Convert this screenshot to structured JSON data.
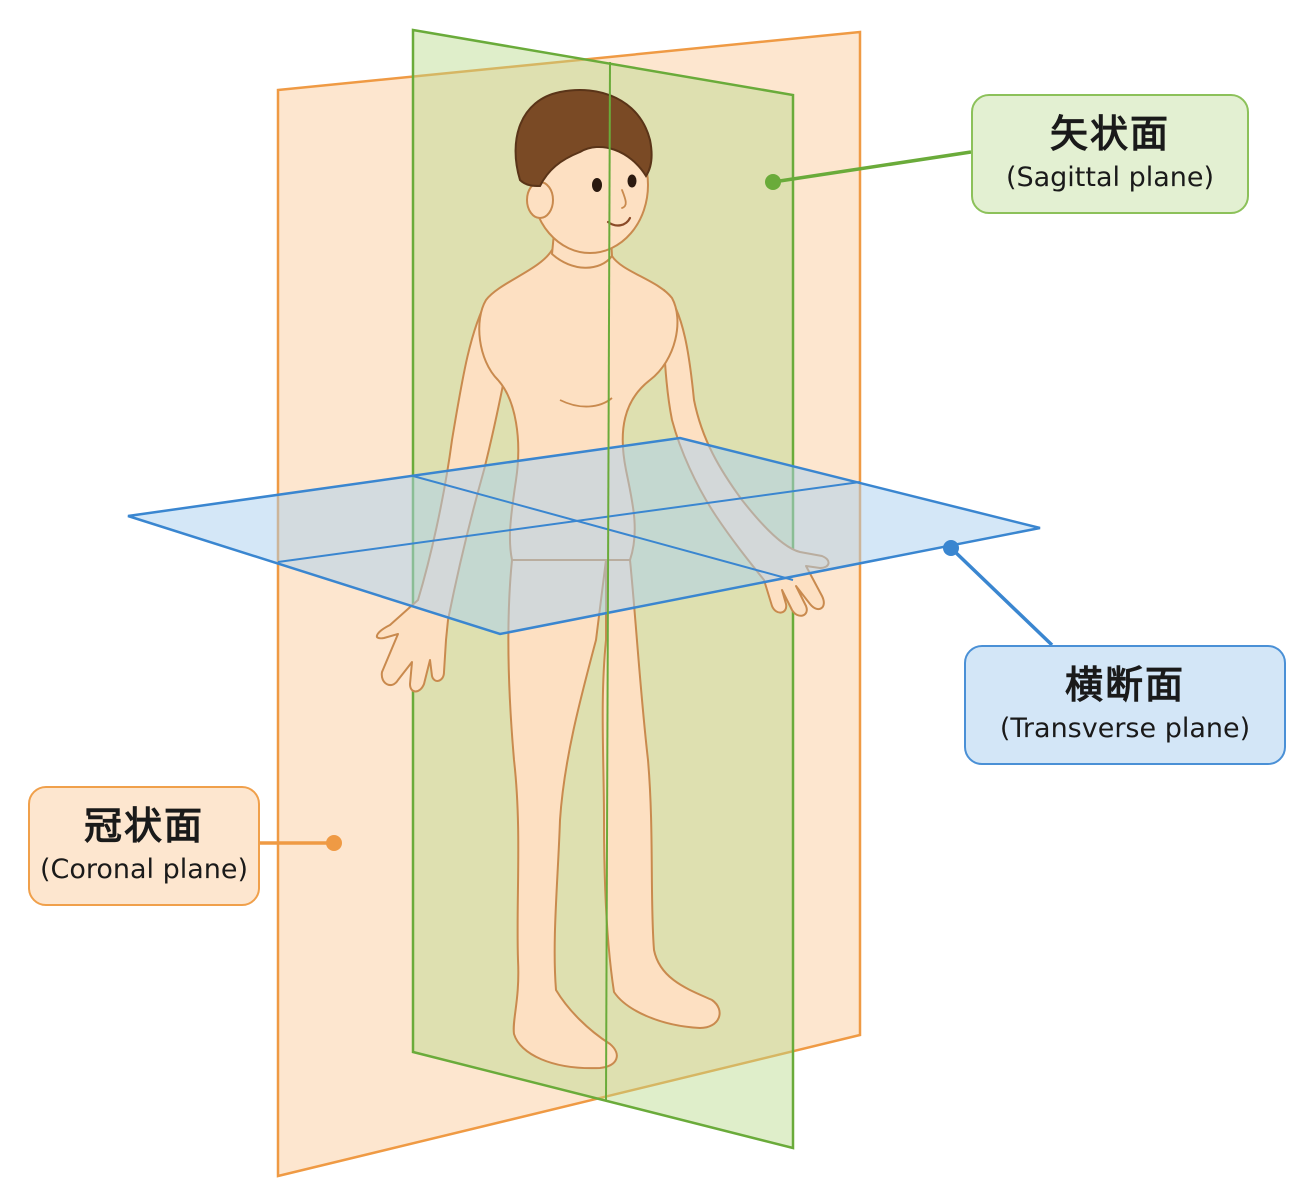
{
  "labels": {
    "sagittal": {
      "jp": "矢状面",
      "en": "(Sagittal plane)"
    },
    "transverse": {
      "jp": "横断面",
      "en": "(Transverse plane)"
    },
    "coronal": {
      "jp": "冠状面",
      "en": "(Coronal plane)"
    }
  },
  "colors": {
    "sagittal_fill": "#b9d98a",
    "sagittal_stroke": "#6aab3a",
    "transverse_fill": "#a9cff0",
    "transverse_stroke": "#3a86d0",
    "coronal_fill": "#fbd2a8",
    "coronal_stroke": "#ef9a44",
    "skin": "#fde0c2",
    "skin_stroke": "#c98a4e",
    "hair": "#7a4a25"
  }
}
